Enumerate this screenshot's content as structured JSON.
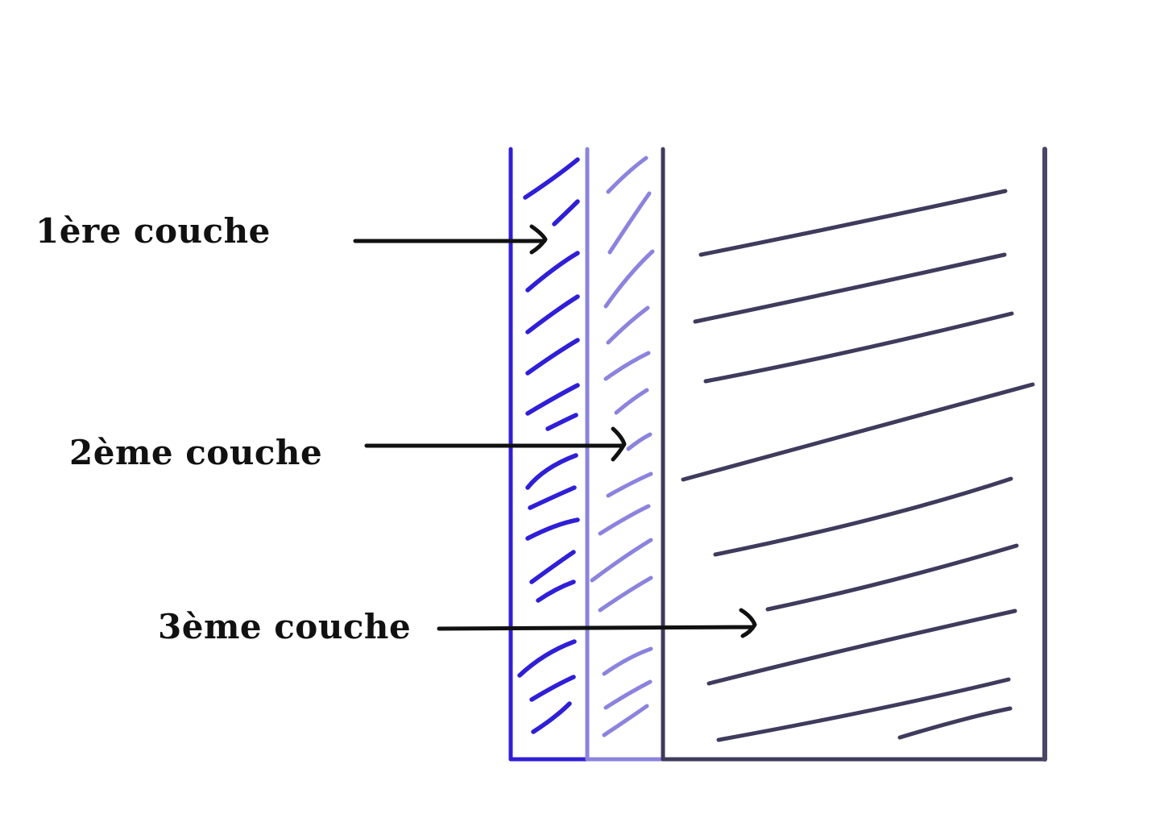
{
  "labels": {
    "layer1": "1ère couche",
    "layer2": "2ème couche",
    "layer3": "3ème couche"
  },
  "colors": {
    "layer1": "#2f1fd6",
    "layer2": "#8b83dd",
    "layer3": "#3f3b5c",
    "arrow": "#111111",
    "text": "#111111"
  }
}
